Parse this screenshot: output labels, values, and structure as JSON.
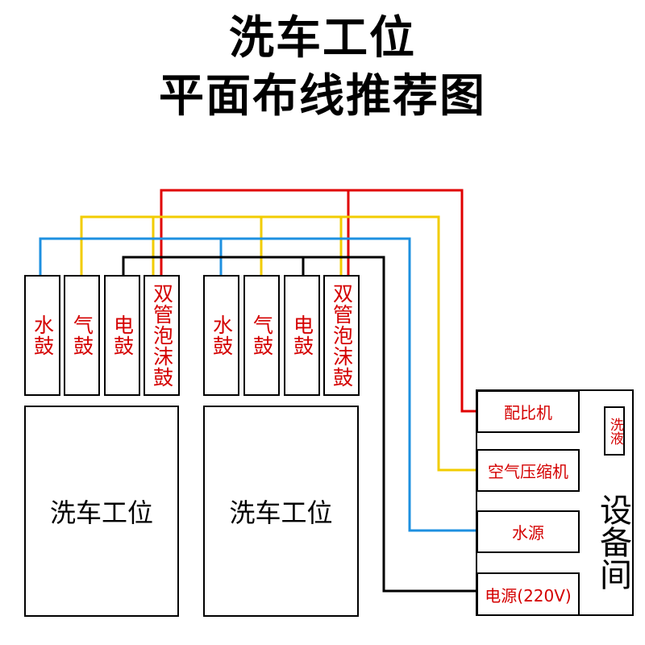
{
  "title": {
    "line1": "洗车工位",
    "line2": "平面布线推荐图"
  },
  "reels_left": [
    "水鼓",
    "气鼓",
    "电鼓",
    "双管泡沫鼓"
  ],
  "reels_right": [
    "水鼓",
    "气鼓",
    "电鼓",
    "双管泡沫鼓"
  ],
  "bays": [
    "洗车工位",
    "洗车工位"
  ],
  "equipment_room": {
    "label": "设备间",
    "items": [
      "配比机",
      "空气压缩机",
      "水源",
      "电源(220V)"
    ],
    "liquid": "洗液"
  },
  "colors": {
    "foam_line": "#e00000",
    "air_line": "#f2cc00",
    "water_line": "#1e90e0",
    "power_line": "#000000",
    "label_text": "#d40000"
  }
}
